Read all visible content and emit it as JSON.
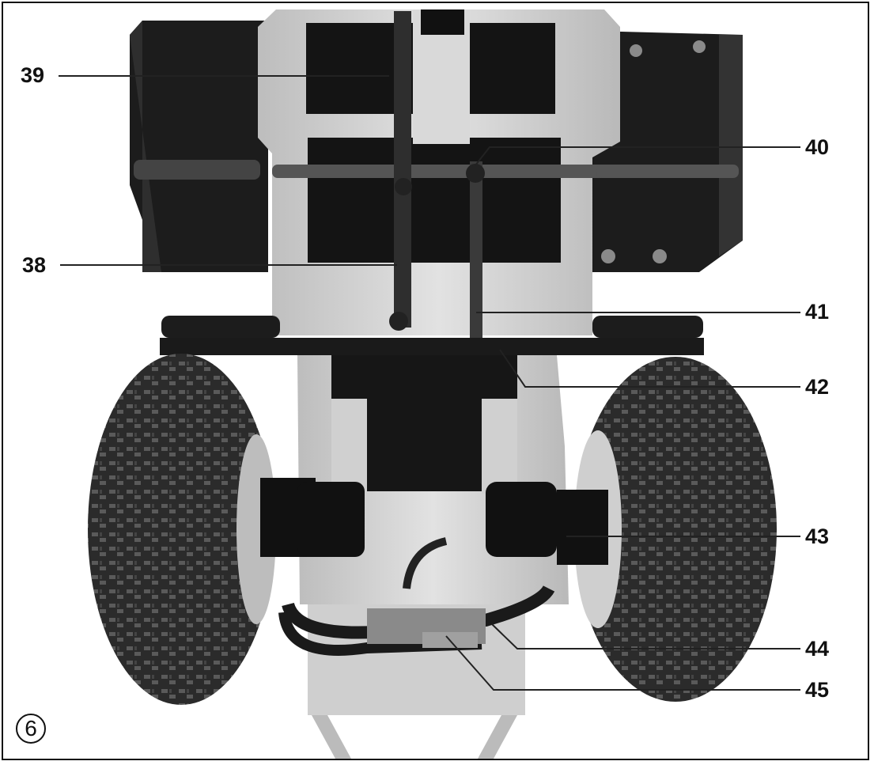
{
  "figure": {
    "number": "6",
    "callouts": [
      {
        "id": "39",
        "label": "39"
      },
      {
        "id": "40",
        "label": "40"
      },
      {
        "id": "38",
        "label": "38"
      },
      {
        "id": "41",
        "label": "41"
      },
      {
        "id": "42",
        "label": "42"
      },
      {
        "id": "43",
        "label": "43"
      },
      {
        "id": "44",
        "label": "44"
      },
      {
        "id": "45",
        "label": "45"
      }
    ]
  },
  "colors": {
    "frame_light": "#d4d4d4",
    "tire": "#2b2b2b",
    "hopper": "#1c1c1c",
    "leader_line": "#222222"
  }
}
